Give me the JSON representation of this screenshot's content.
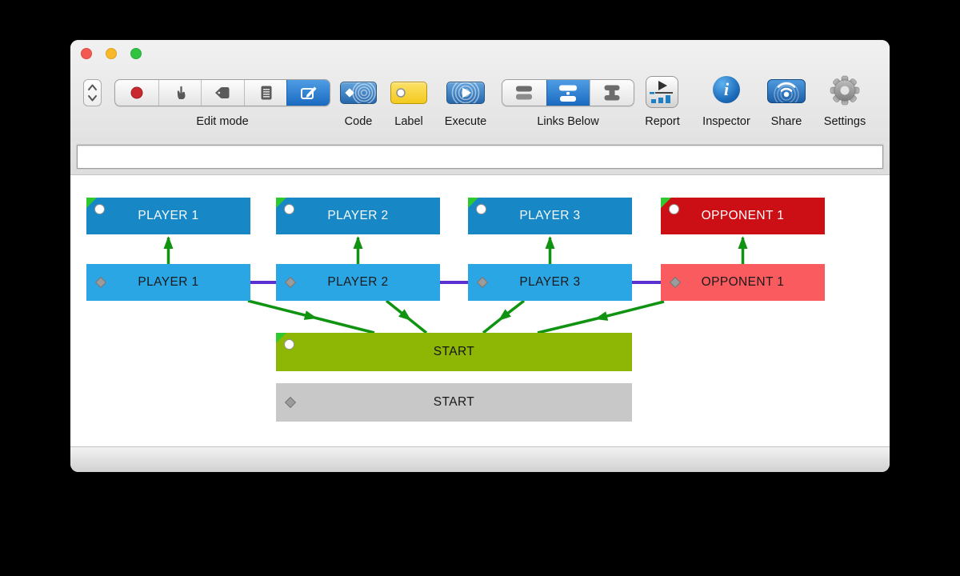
{
  "window": {
    "traffic_lights": [
      "close",
      "minimize",
      "zoom"
    ]
  },
  "toolbar": {
    "edit_mode_label": "Edit mode",
    "edit_mode_segments": [
      "record",
      "hand-pointer",
      "tag",
      "document",
      "compose-selected"
    ],
    "code_label": "Code",
    "label_label": "Label",
    "execute_label": "Execute",
    "links_below_label": "Links Below",
    "links_below_segments": [
      "links-plain",
      "links-below-selected",
      "links-inline"
    ],
    "report_label": "Report",
    "inspector_label": "Inspector",
    "share_label": "Share",
    "settings_label": "Settings"
  },
  "filter_field": {
    "value": "",
    "placeholder": ""
  },
  "diagram": {
    "nodes": [
      {
        "label": "PLAYER 1",
        "fill": "#1787c5",
        "badge": "circle",
        "corner_flag": true
      },
      {
        "label": "PLAYER 2",
        "fill": "#1787c5",
        "badge": "circle",
        "corner_flag": true
      },
      {
        "label": "PLAYER 3",
        "fill": "#1787c5",
        "badge": "circle",
        "corner_flag": true
      },
      {
        "label": "OPPONENT 1",
        "fill": "#cc0f14",
        "badge": "circle",
        "corner_flag": true
      },
      {
        "label": "PLAYER 1",
        "fill": "#2aa6e5",
        "badge": "diamond",
        "corner_flag": false
      },
      {
        "label": "PLAYER 2",
        "fill": "#2aa6e5",
        "badge": "diamond",
        "corner_flag": false
      },
      {
        "label": "PLAYER 3",
        "fill": "#2aa6e5",
        "badge": "diamond",
        "corner_flag": false
      },
      {
        "label": "OPPONENT 1",
        "fill": "#f95b5e",
        "badge": "diamond",
        "corner_flag": false
      },
      {
        "label": "START",
        "fill": "#8eb705",
        "badge": "circle",
        "corner_flag": true
      },
      {
        "label": "START",
        "fill": "#c8c8c8",
        "badge": "diamond",
        "corner_flag": false
      }
    ],
    "links": [
      {
        "from": "PLAYER 1 (lower)",
        "to": "PLAYER 1 (upper)",
        "color": "#119312",
        "type": "arrow"
      },
      {
        "from": "PLAYER 2 (lower)",
        "to": "PLAYER 2 (upper)",
        "color": "#119312",
        "type": "arrow"
      },
      {
        "from": "PLAYER 3 (lower)",
        "to": "PLAYER 3 (upper)",
        "color": "#119312",
        "type": "arrow"
      },
      {
        "from": "OPPONENT 1 (lower)",
        "to": "OPPONENT 1 (upper)",
        "color": "#119312",
        "type": "arrow"
      },
      {
        "from": "PLAYER 1 (lower)",
        "to": "START",
        "color": "#119312",
        "type": "arrow"
      },
      {
        "from": "PLAYER 2 (lower)",
        "to": "START",
        "color": "#119312",
        "type": "arrow"
      },
      {
        "from": "PLAYER 3 (lower)",
        "to": "START",
        "color": "#119312",
        "type": "arrow"
      },
      {
        "from": "OPPONENT 1 (lower)",
        "to": "START",
        "color": "#119312",
        "type": "arrow"
      },
      {
        "from": "PLAYER 1 (lower)",
        "to": "PLAYER 2 (lower)",
        "color": "#5c2fd0",
        "type": "line"
      },
      {
        "from": "PLAYER 2 (lower)",
        "to": "PLAYER 3 (lower)",
        "color": "#5c2fd0",
        "type": "line"
      },
      {
        "from": "PLAYER 3 (lower)",
        "to": "OPPONENT 1 (lower)",
        "color": "#5c2fd0",
        "type": "line"
      }
    ],
    "colors": {
      "corner_flag": "#2fc92f",
      "link_green": "#119312",
      "link_purple": "#5c2fd0"
    }
  }
}
